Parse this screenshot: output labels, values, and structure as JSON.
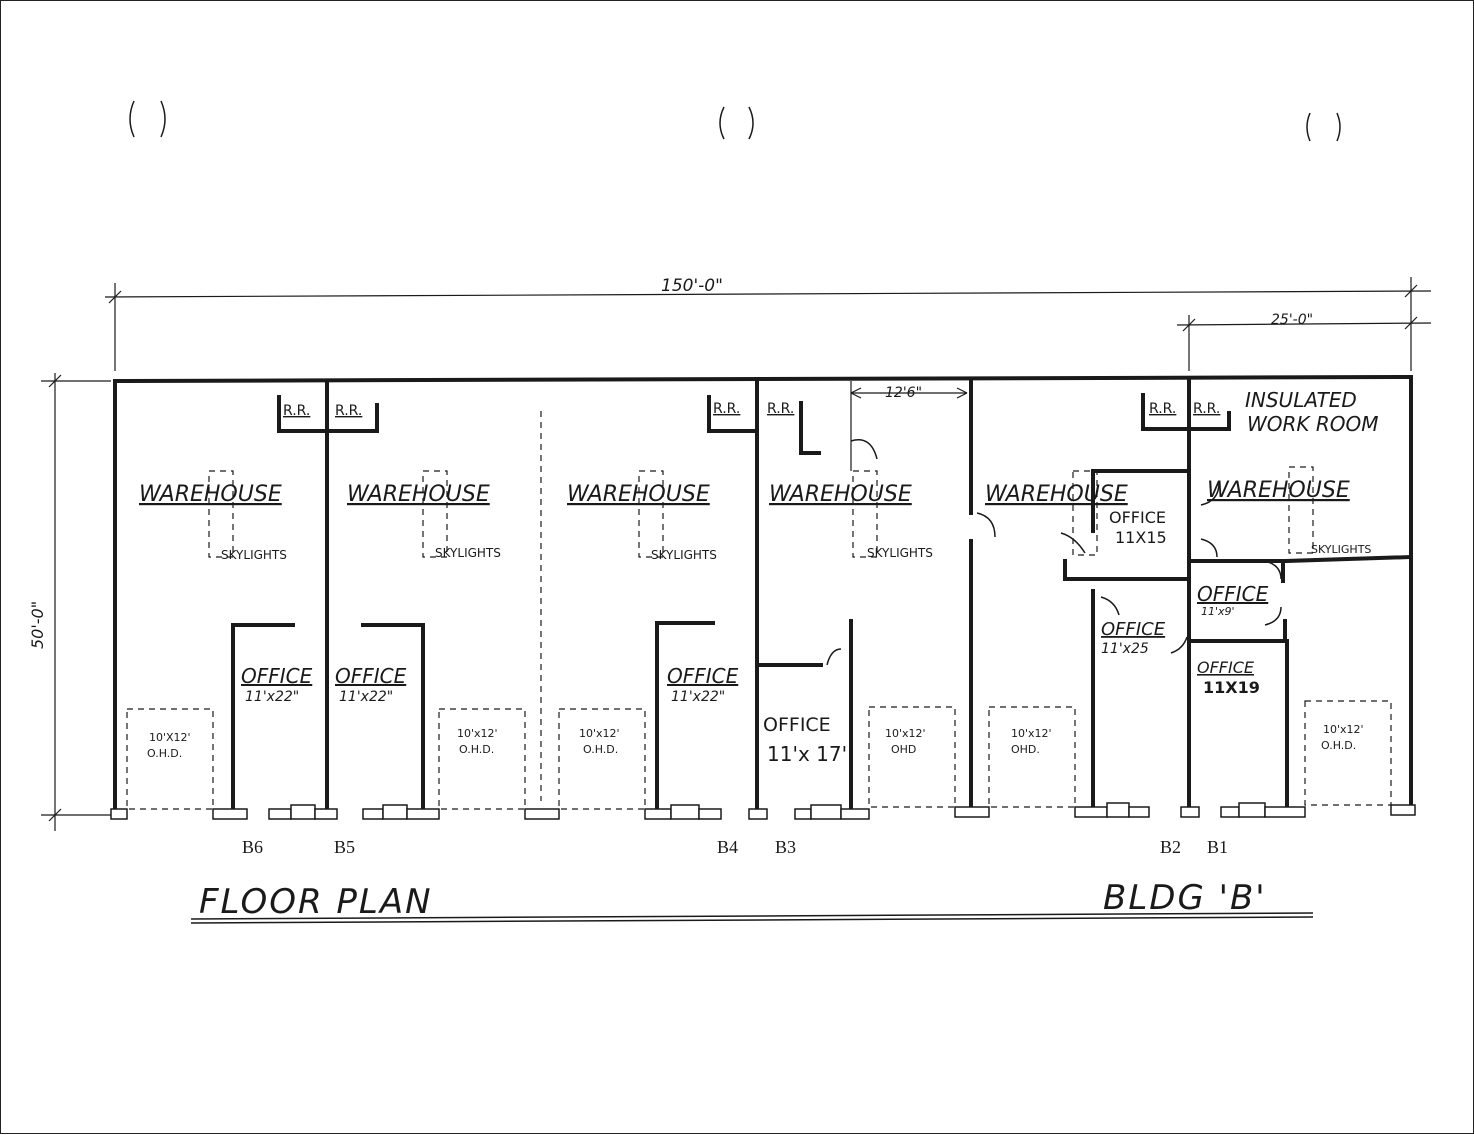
{
  "dimensions": {
    "overall_width": "150'-0\"",
    "unit_width": "25'-0\"",
    "depth": "50'-0\"",
    "corridor": "12'6\""
  },
  "insulated_room": [
    "INSULATED",
    "WORK ROOM"
  ],
  "labels": {
    "restroom": "R.R.",
    "warehouse": "WAREHOUSE",
    "skylights": "SKYLIGHTS"
  },
  "offices": [
    {
      "name": "OFFICE",
      "size": "11'x22\""
    },
    {
      "name": "OFFICE",
      "size": "11'x22\""
    },
    {
      "name": "OFFICE",
      "size": "11'x22\""
    },
    {
      "name": "OFFICE",
      "size": "11'x 17'"
    },
    {
      "name": "OFFICE",
      "size": "11X15"
    },
    {
      "name": "OFFICE",
      "size": "11'x25"
    },
    {
      "name": "OFFICE",
      "size": "11'x9'"
    },
    {
      "name": "OFFICE",
      "size": "11X19"
    }
  ],
  "doors": [
    {
      "size": "10'X12'",
      "type": "O.H.D."
    },
    {
      "size": "10'x12'",
      "type": "O.H.D."
    },
    {
      "size": "10'x12'",
      "type": "O.H.D."
    },
    {
      "size": "10'x12'",
      "type": "OHD"
    },
    {
      "size": "10'x12'",
      "type": "OHD."
    },
    {
      "size": "10'x12'",
      "type": "O.H.D."
    }
  ],
  "units": [
    "B6",
    "B5",
    "B4",
    "B3",
    "B2",
    "B1"
  ],
  "title": "FLOOR PLAN",
  "building": "BLDG 'B'"
}
